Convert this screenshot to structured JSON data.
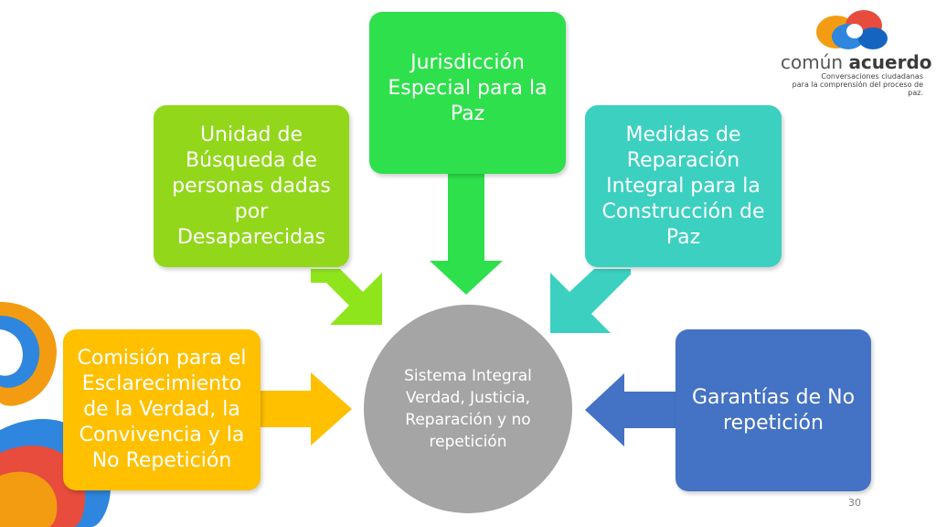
{
  "logo": {
    "word1": "común",
    "word2": "acuerdo",
    "tagline": "Conversaciones ciudadanas\npara la comprensión del proceso de paz."
  },
  "center": {
    "text": "Sistema Integral\nVerdad, Justicia,\nReparación y no\nrepetición",
    "color": "#a5a5a5"
  },
  "boxes": {
    "comision": {
      "text": "Comisión para el\nEsclarecimiento\nde la Verdad, la\nConvivencia y la\nNo Repetición",
      "color": "#ffc000"
    },
    "unidad": {
      "text": "Unidad de\nBúsqueda de\npersonas dadas\npor\nDesaparecidas",
      "color": "#92d71a"
    },
    "jurisdiccion": {
      "text": "Jurisdicción\nEspecial para la\nPaz",
      "color": "#2ee04c"
    },
    "medidas": {
      "text": "Medidas de\nReparación\nIntegral para la\nConstrucción de\nPaz",
      "color": "#3cd0c0"
    },
    "garantias": {
      "text": "Garantías de No\nrepetición",
      "color": "#4472c4"
    }
  },
  "arrow_colors": {
    "comision": "#ffc000",
    "unidad": "#8ee51c",
    "jurisdiccion": "#2ee04c",
    "medidas": "#3cd0c0",
    "garantias": "#4472c4"
  },
  "page_number": "30"
}
